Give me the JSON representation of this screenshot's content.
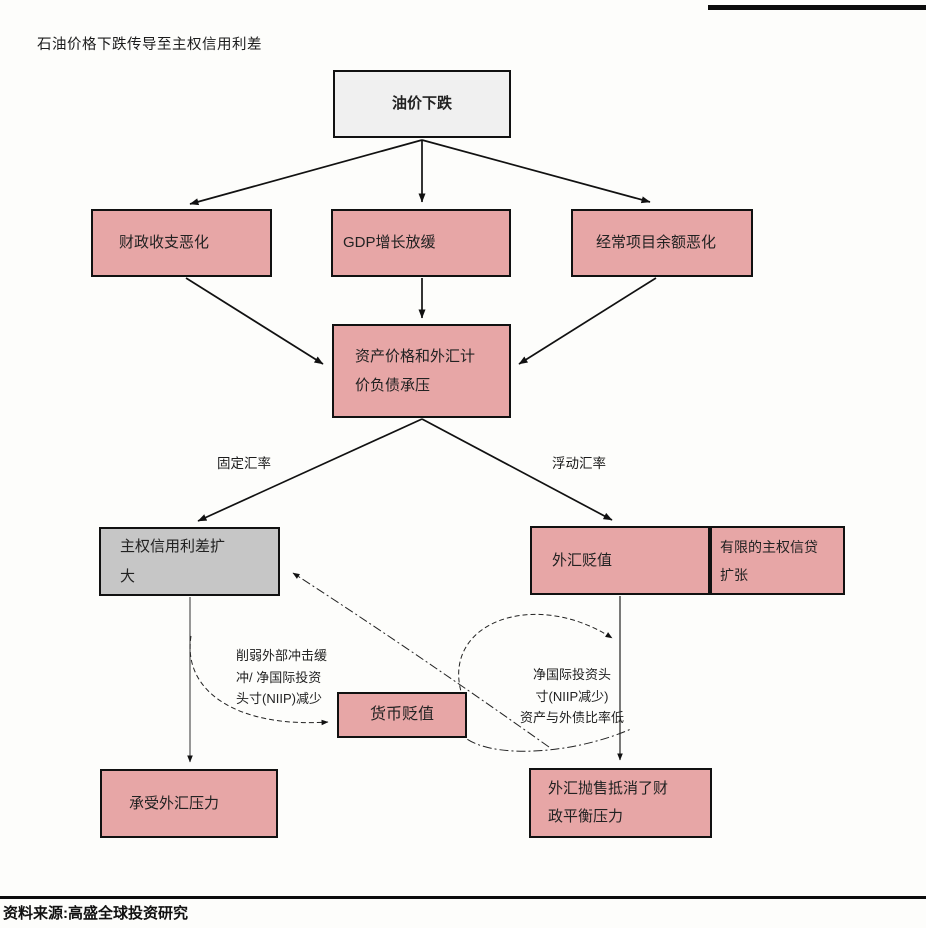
{
  "page": {
    "title": "石油价格下跌传导至主权信用利差",
    "source": "资料来源:高盛全球投资研究"
  },
  "nodes": {
    "oil_price_drop": "油价下跌",
    "fiscal_deterioration": "财政收支恶化",
    "gdp_slowdown": "GDP增长放缓",
    "current_account_deterioration": "经常项目余额恶化",
    "asset_fx_liability_pressure": "资产价格和外汇计价负债承压",
    "sovereign_spread_widening": "主权信用利差扩大",
    "fx_depreciation": "外汇贬值",
    "limited_sovereign_credit_expansion": "有限的主权信贷扩张",
    "currency_depreciation": "货币贬值",
    "fx_pressure": "承受外汇压力",
    "fx_sales_offset_fiscal_pressure": "外汇抛售抵消了财政平衡压力"
  },
  "edge_labels": {
    "fixed_rate": "固定汇率",
    "floating_rate": "浮动汇率",
    "weaken_buffer_line1": "削弱外部冲击缓",
    "weaken_buffer_line2": "冲/ 净国际投资",
    "weaken_buffer_line3": "头寸(NIIP)减少",
    "niip_line1": "净国际投资头",
    "niip_line2": "寸(NIIP减少)",
    "niip_line3": "资产与外债比率低"
  },
  "colors": {
    "node_pink": "#e7a6a6",
    "node_gray": "#c6c6c6",
    "node_light": "#f0f0f0",
    "border": "#111111"
  }
}
